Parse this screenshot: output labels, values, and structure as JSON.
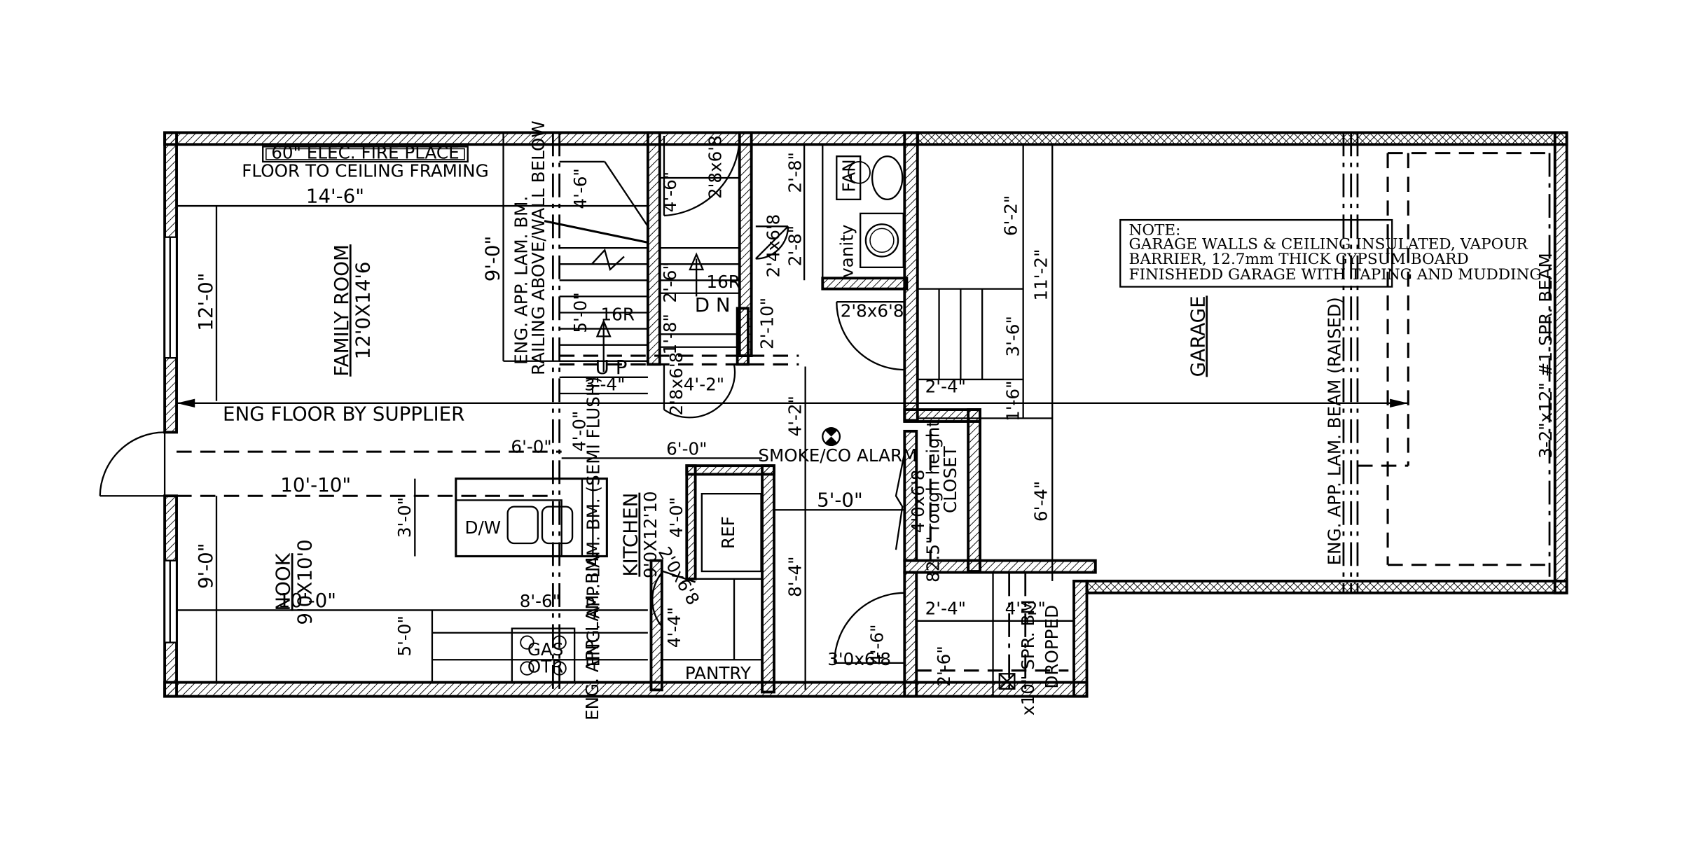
{
  "rooms": {
    "family_room": "FAMILY ROOM",
    "family_room_size": "12'0X14'6",
    "nook": "NOOK",
    "nook_size": "9'0X10'0",
    "kitchen": "KITCHEN",
    "kitchen_size": "9'0X12'10",
    "garage": "GARAGE",
    "pantry": "PANTRY",
    "closet": "CLOSET",
    "vanity": "vanity",
    "fan": "FAN",
    "ref": "REF",
    "dw": "D/W",
    "gas": "GAS",
    "otr": "OTR"
  },
  "labels": {
    "fireplace": "60\" ELEC. FIRE PLACE",
    "floor_to_ceiling": "FLOOR TO CEILING FRAMING",
    "eng_floor": "ENG FLOOR BY SUPPLIER",
    "eng_beam_stairs": "ENG. APP. LAM. BM.",
    "railing_above": "RAILING ABOVE/WALL BELOW",
    "eng_beam_kitchen": "ENG. APP. LAM. BM. (SEMI FLUSH)",
    "eng_beam_kitchen2": "ENG. APP. LAM. BM.",
    "eng_beam_garage": "ENG. APP. LAM. BEAM (RAISED)",
    "spr_beam": "3-2\"x12\" #1 SPR. BEAM",
    "smoke_alarm": "SMOKE/CO ALARM",
    "up": "U P",
    "dn": "D N",
    "risers_up": "16R",
    "risers_dn": "16R",
    "closet_rough": "82.5\" rough height",
    "spr_bm": "x10\" SPR. BM",
    "dropped": "DROPPED"
  },
  "doors": {
    "d1": "2'8x6'8",
    "d2": "2'4x6'8",
    "d3": "2'8x6'8",
    "d4": "2'8x6'8",
    "d5": "2'0x6'8",
    "d6": "3'0x6'8",
    "d7": "4'0x6'8"
  },
  "dimensions": {
    "fr_width": "14'-6\"",
    "fr_height": "12'-0\"",
    "beam_9": "9'-0\"",
    "stair_4_6": "4'-6\"",
    "stair_4_6b": "4'-6\"",
    "stair_2_6": "2'-6\"",
    "stair_5_0": "5'-0\"",
    "stair_1_8": "1'-8\"",
    "stair_3_4": "3'-4\"",
    "stair_4_2": "4'-2\"",
    "stair_2_10": "2'-10\"",
    "bath_2_8": "2'-8\"",
    "bath_2_8b": "2'-8\"",
    "hall_4_0": "4'-0\"",
    "hall_4_2": "4'-2\"",
    "k_6_0": "6'-0\"",
    "k_6_0b": "6'-0\"",
    "nook_10_10": "10'-10\"",
    "k_3_0": "3'-0\"",
    "k_4_0": "4'-0\"",
    "nook_9_0": "9'-0\"",
    "nook_10_0": "10'-0\"",
    "k_8_6": "8'-6\"",
    "k_5_0": "5'-0\"",
    "k_4_4": "4'-4\"",
    "hall_5_0": "5'-0\"",
    "hall_8_4": "8'-4\"",
    "g_6_2": "6'-2\"",
    "g_11_2": "11'-2\"",
    "g_3_6": "3'-6\"",
    "g_2_4": "2'-4\"",
    "g_1_6": "1'-6\"",
    "g_6_4": "6'-4\"",
    "e_2_4": "2'-4\"",
    "e_4_2": "4'-2\"",
    "e_4_6": "4'-6\"",
    "e_2_6": "2'-6\""
  },
  "note": {
    "title": "NOTE:",
    "line1": "GARAGE WALLS & CEILING INSULATED, VAPOUR",
    "line2": "BARRIER, 12.7mm THICK GYPSUM BOARD",
    "line3": "FINISHEDD GARAGE WITH TAPING AND MUDDING"
  }
}
